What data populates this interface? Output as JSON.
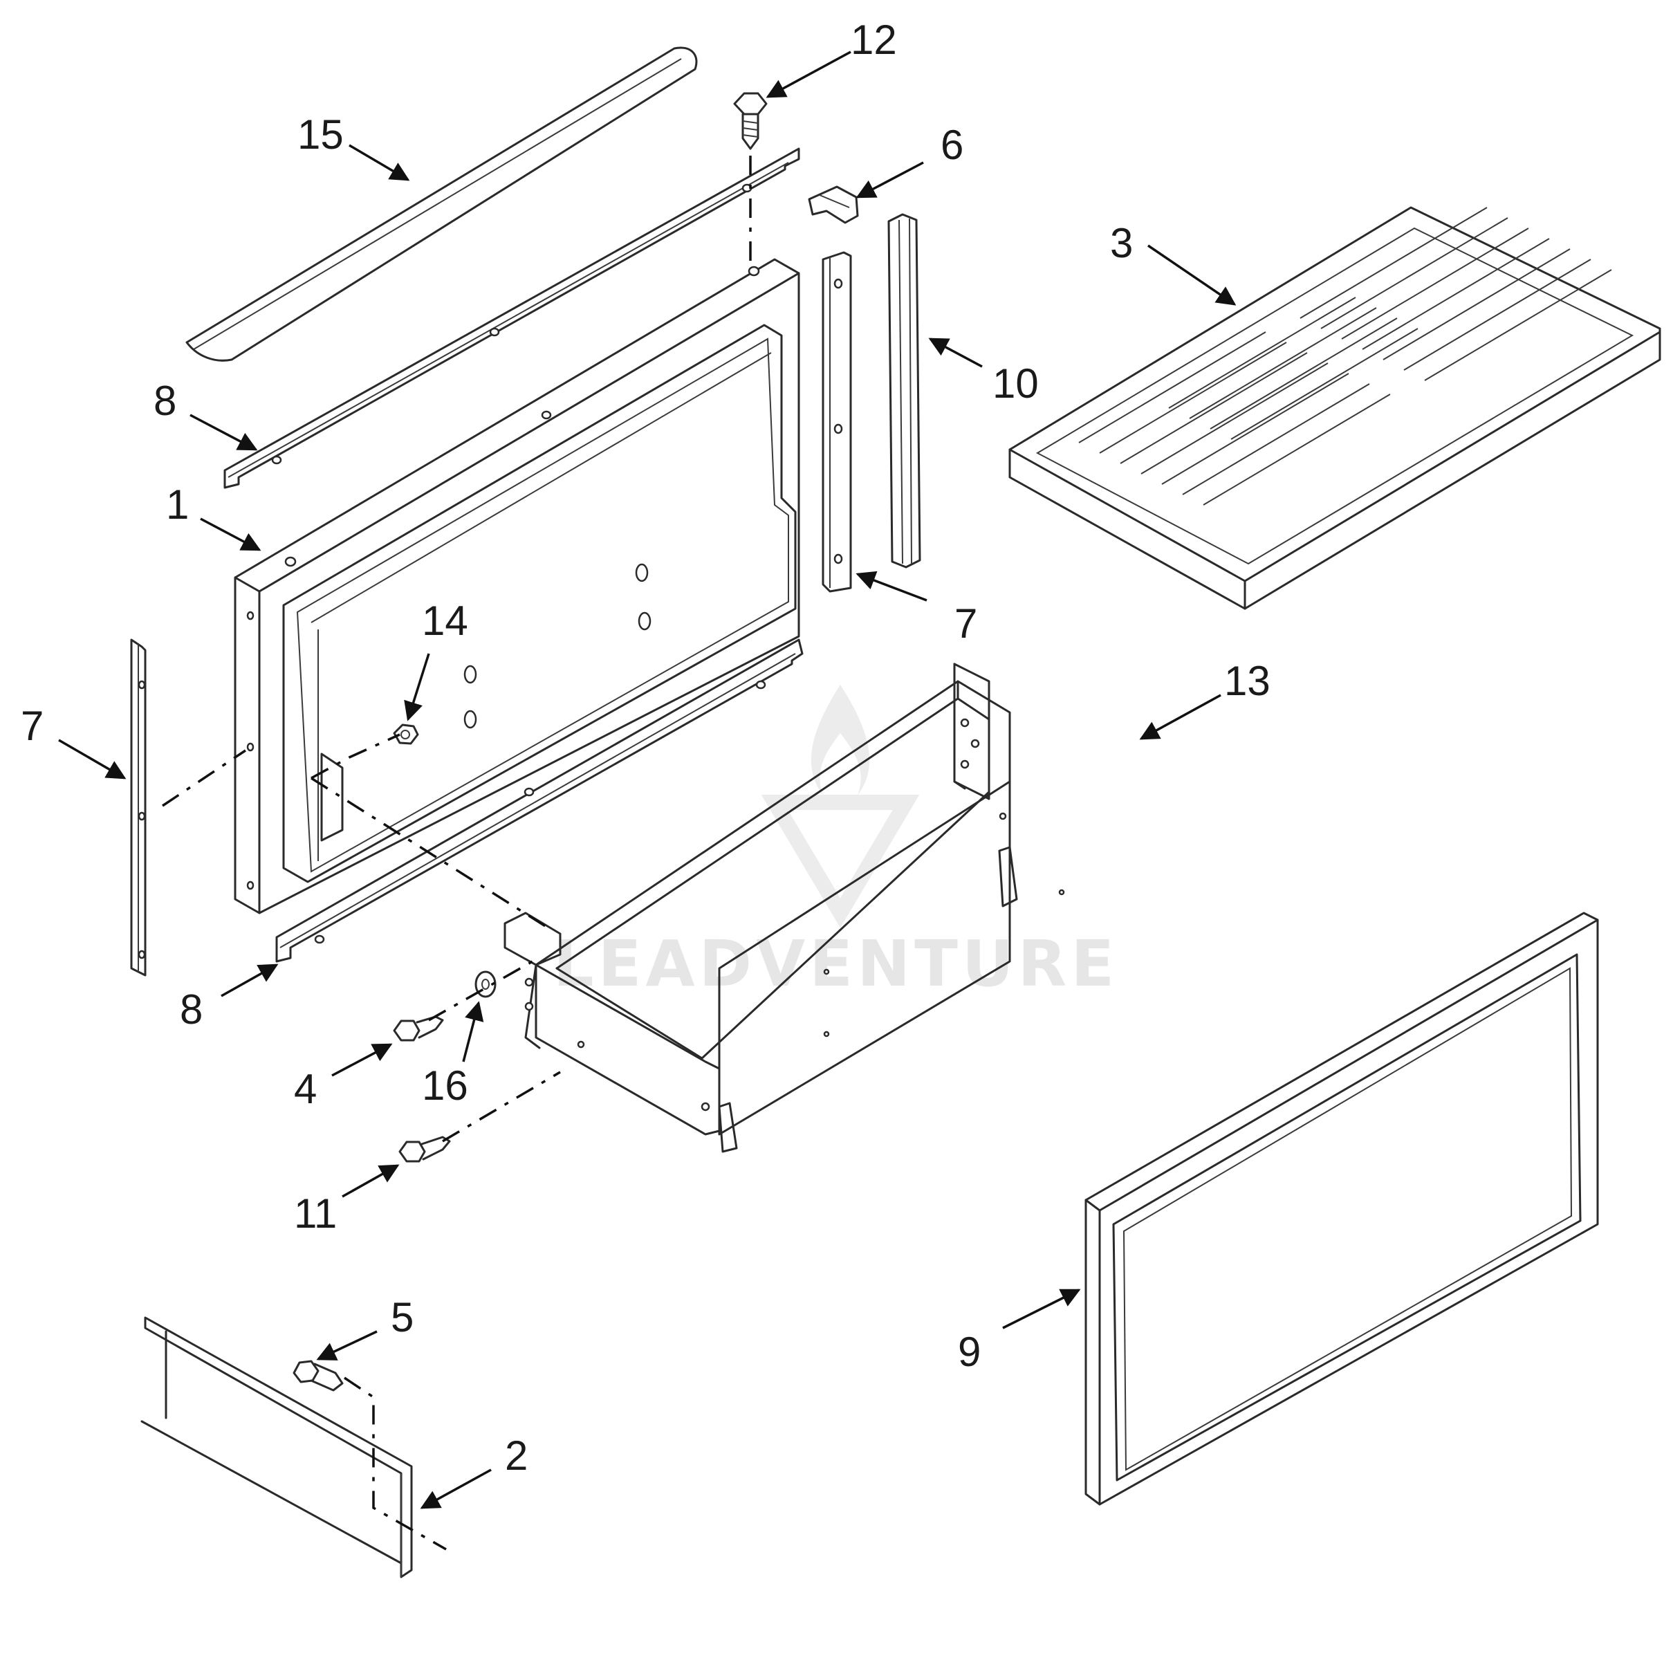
{
  "watermark": {
    "brand": "LEADVENTURE"
  },
  "callouts": {
    "c1": "1",
    "c2": "2",
    "c3": "3",
    "c4": "4",
    "c5": "5",
    "c6": "6",
    "c7a": "7",
    "c7b": "7",
    "c8a": "8",
    "c8b": "8",
    "c9": "9",
    "c10": "10",
    "c11": "11",
    "c12": "12",
    "c13": "13",
    "c14": "14",
    "c15": "15",
    "c16": "16"
  }
}
